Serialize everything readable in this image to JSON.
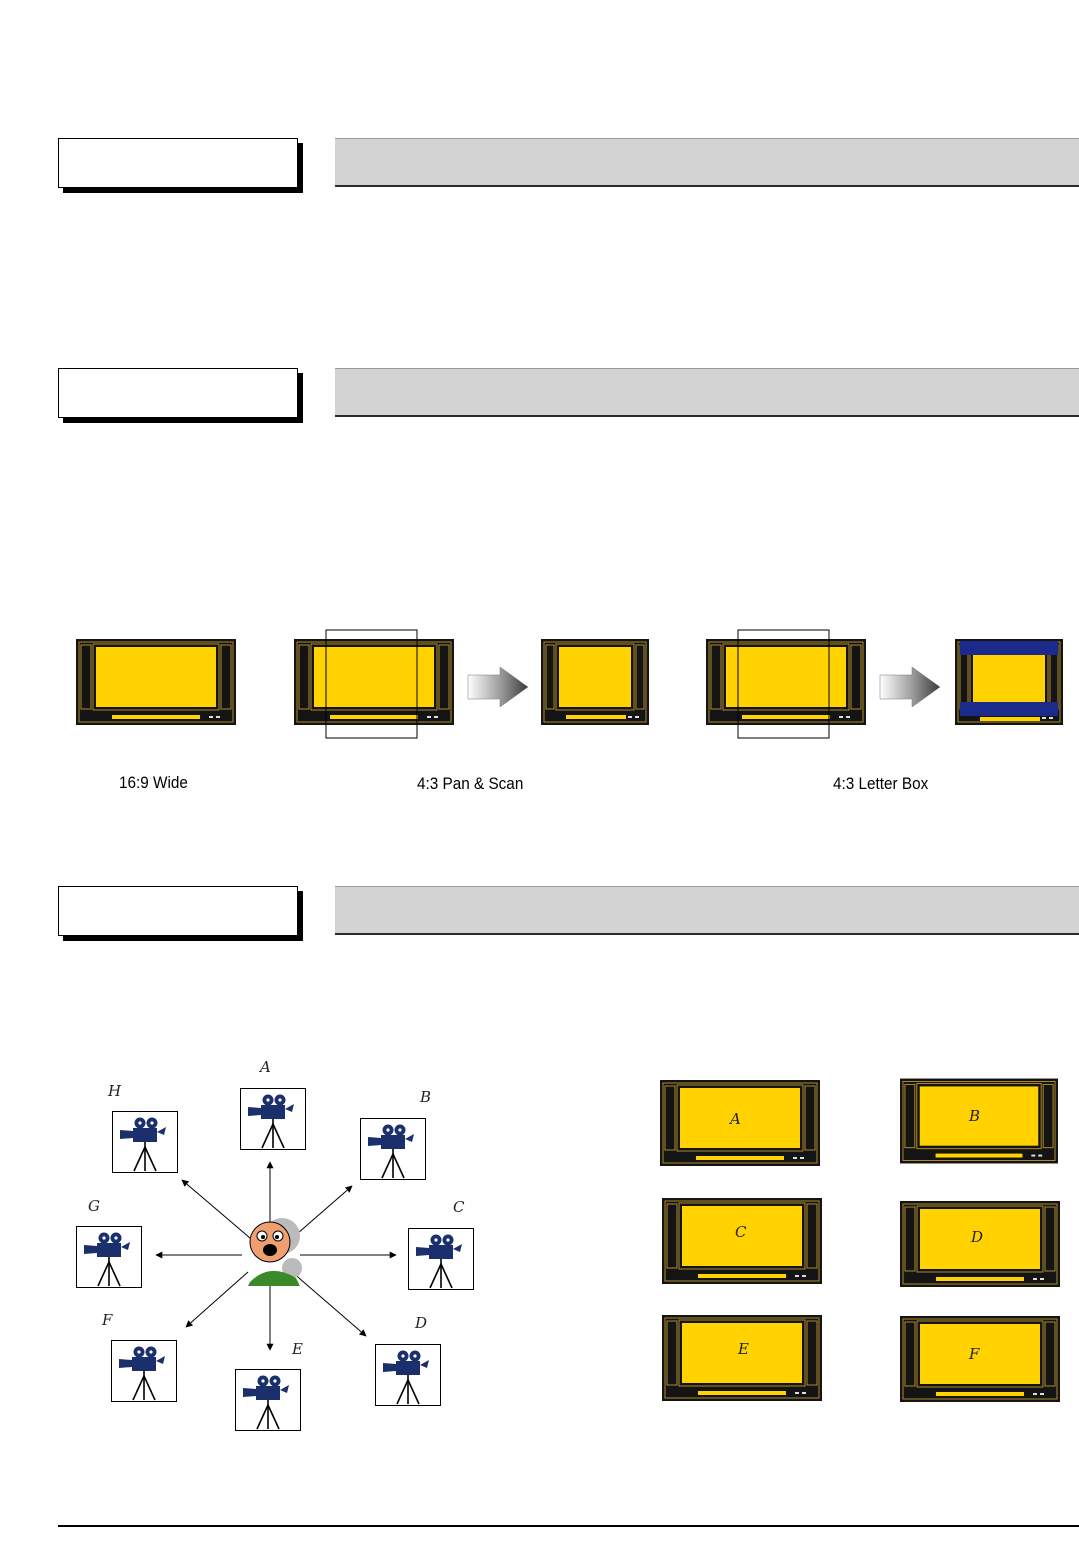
{
  "sections": [
    {
      "id": "section-1",
      "title": ""
    },
    {
      "id": "section-2",
      "title": ""
    },
    {
      "id": "section-3",
      "title": ""
    }
  ],
  "aspect_captions": {
    "wide": "16:9 Wide",
    "pan_scan": "4:3 Pan & Scan",
    "letter_box": "4:3 Letter Box"
  },
  "camera_labels": [
    "A",
    "B",
    "C",
    "D",
    "E",
    "F",
    "G",
    "H"
  ],
  "screen_labels": [
    "A",
    "B",
    "C",
    "D",
    "E",
    "F"
  ],
  "icons": {
    "tv": "tv-icon",
    "camera": "movie-camera-icon",
    "arrow": "arrow-right-icon",
    "viewer": "cartoon-viewer-icon"
  },
  "colors": {
    "screen": "#ffd200",
    "tv_body": "#141414",
    "tv_trim": "#b08a2a",
    "camera_blue": "#1a2f6b",
    "section_bar": "#d3d3d3",
    "letterbox_band": "#1c2a8c"
  }
}
